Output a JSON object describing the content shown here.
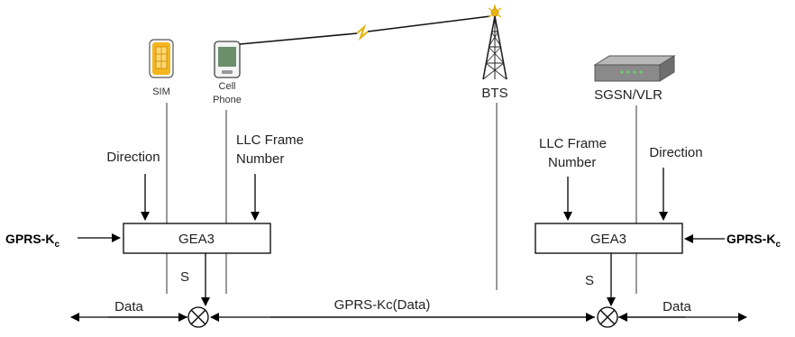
{
  "devices": {
    "sim": "SIM",
    "phone_line1": "Cell",
    "phone_line2": "Phone",
    "bts": "BTS",
    "sgsn": "SGSN/VLR"
  },
  "left": {
    "direction": "Direction",
    "llc_line1": "LLC Frame",
    "llc_line2": "Number",
    "gea": "GEA3",
    "key_main": "GPRS-K",
    "key_sub": "c",
    "s": "S",
    "data": "Data"
  },
  "right": {
    "direction": "Direction",
    "llc_line1": "LLC Frame",
    "llc_line2": "Number",
    "gea": "GEA3",
    "key_main": "GPRS-K",
    "key_sub": "c",
    "s": "S",
    "data": "Data"
  },
  "channel": {
    "label": "GPRS-Kc(Data)"
  },
  "colors": {
    "sim_gold": "#f5b51f",
    "phone_green": "#6b8f6b",
    "sgsn_gray": "#8a8a8a",
    "sgsn_led": "#6fcf6f",
    "lightning": "#e2b30a"
  }
}
